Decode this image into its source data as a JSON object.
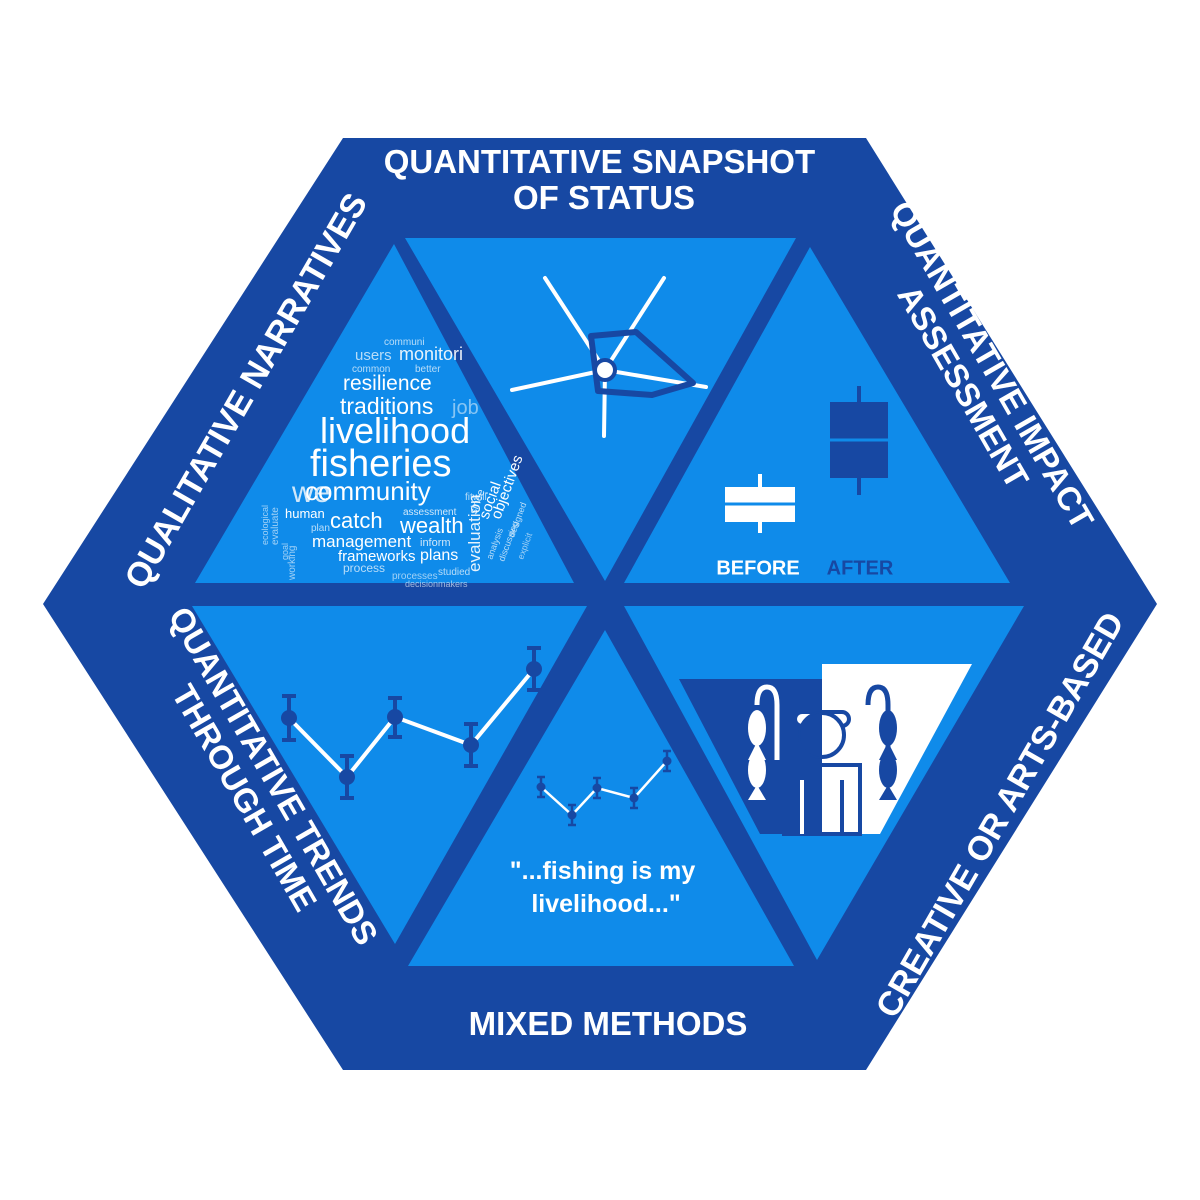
{
  "colors": {
    "dark_blue": "#1748A3",
    "light_blue": "#0F8BEA",
    "white": "#FFFFFF"
  },
  "bands": {
    "top": [
      "QUANTITATIVE SNAPSHOT",
      "OF STATUS"
    ],
    "upper_right": [
      "QUANTITATIVE IMPACT",
      "ASSESSMENT"
    ],
    "lower_right": [
      "CREATIVE OR ARTS-BASED"
    ],
    "bottom": [
      "MIXED METHODS"
    ],
    "lower_left": [
      "QUANTITATIVE TRENDS",
      "THROUGH TIME"
    ],
    "upper_left": [
      "QUALITATIVE NARRATIVES"
    ]
  },
  "impact": {
    "before_label": "BEFORE",
    "after_label": "AFTER"
  },
  "mixed": {
    "quote_lines": [
      "\"...fishing is my",
      "livelihood...\""
    ]
  },
  "word_cloud": [
    "communi",
    "users",
    "monitori",
    "common",
    "better",
    "resilience",
    "traditions",
    "job",
    "livelihood",
    "fisheries",
    "we",
    "community",
    "fitwill",
    "since",
    "social",
    "objectives",
    "human",
    "catch",
    "assessment",
    "wealth",
    "inform",
    "plan",
    "management",
    "evaluation",
    "analysis",
    "discussing",
    "designed",
    "frameworks",
    "plans",
    "studied",
    "decisionmakers",
    "process",
    "processes",
    "evaluate",
    "explicit",
    "ecological",
    "working",
    "goal"
  ],
  "icons": {
    "radar": "radar-chart-icon",
    "boxplot": "box-plot-icon",
    "trend": "trend-line-icon",
    "mini_trend": "mini-trend-line-icon",
    "artwork": "fisher-portrait-icon",
    "cloud": "word-cloud-icon"
  }
}
